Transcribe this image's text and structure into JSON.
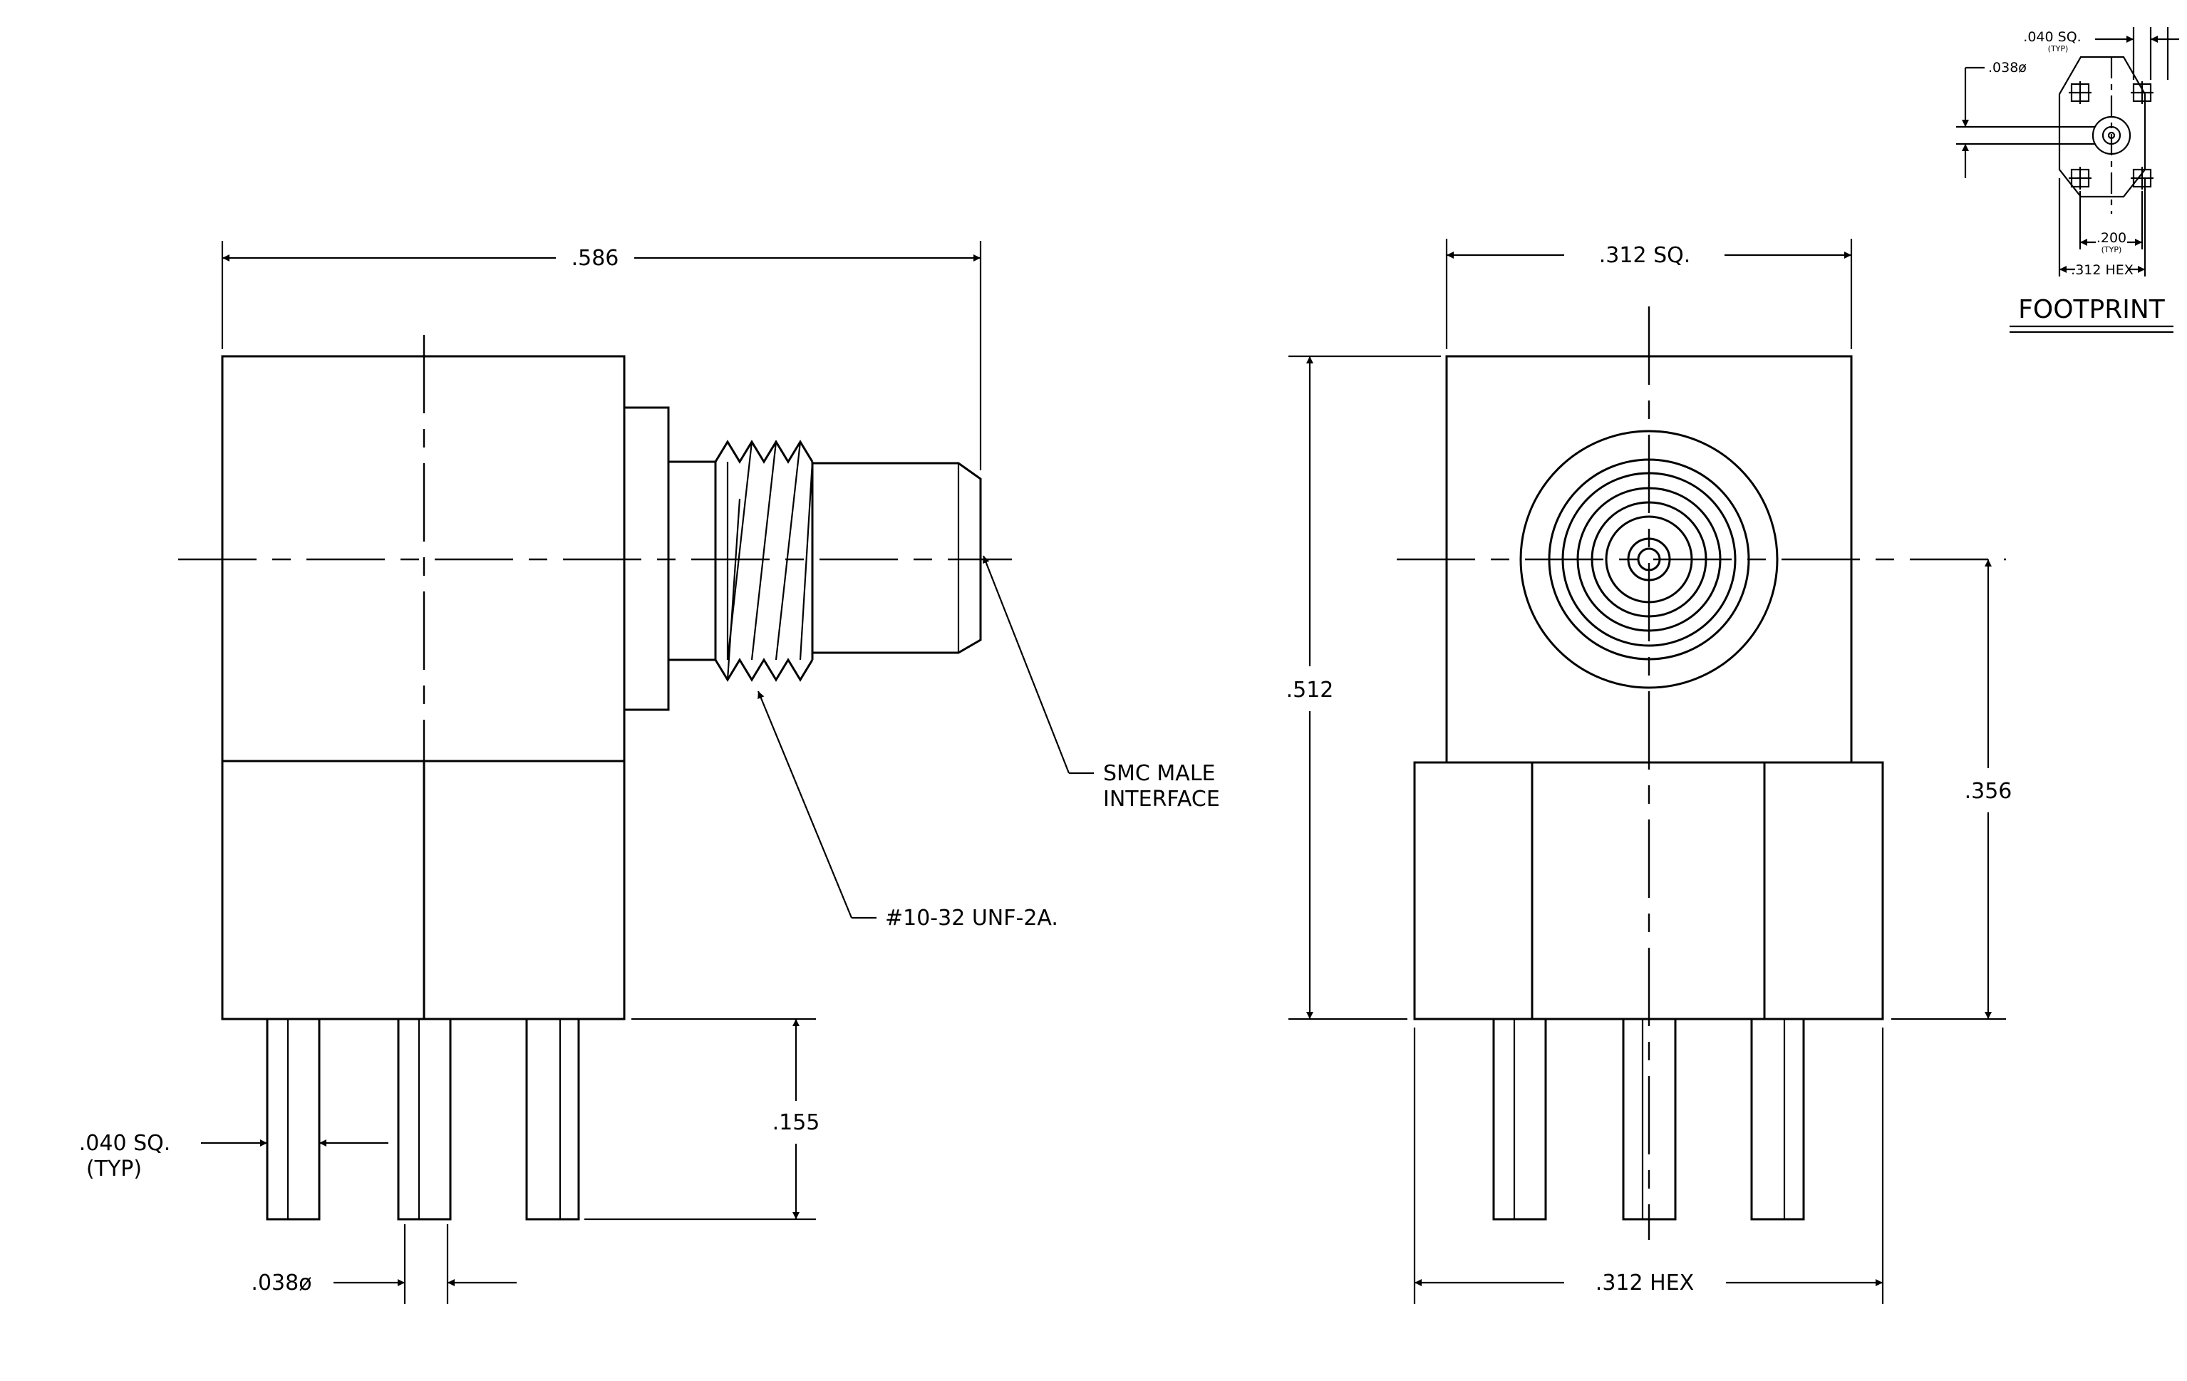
{
  "side_view": {
    "width_dim": ".586",
    "height_dim": ".155",
    "pin_square_label_line1": ".040 SQ.",
    "pin_square_label_line2": "(TYP)",
    "pin_dia": ".038ø",
    "interface_callout_line1": "SMC MALE",
    "interface_callout_line2": "INTERFACE",
    "thread_callout": "#10-32 UNF-2A."
  },
  "front_view": {
    "top_dim": ".312 SQ.",
    "height_dim": ".512",
    "center_height_dim": ".356",
    "bottom_dim": ".312 HEX"
  },
  "footprint": {
    "title": "FOOTPRINT",
    "pad_square": ".040 SQ.",
    "pad_square_note": "(TYP)",
    "hole_dia": ".038ø",
    "pitch": ".200",
    "pitch_note": "(TYP)",
    "hex": ".312 HEX"
  }
}
